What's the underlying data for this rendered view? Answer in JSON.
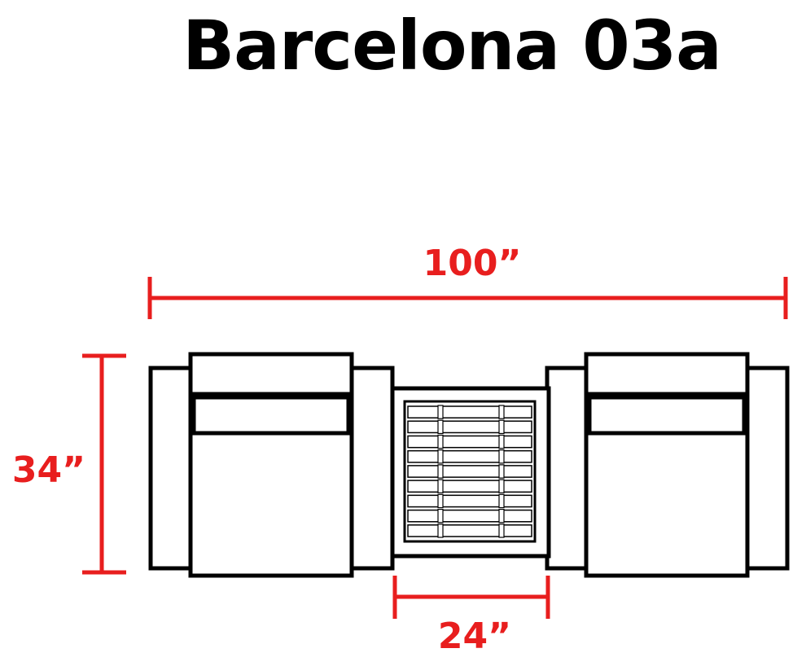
{
  "title": "Barcelona 03a",
  "dimensions": {
    "overall_width": "100”",
    "depth": "34”",
    "table_width": "24”"
  },
  "colors": {
    "dimension": "#e81e1e",
    "outline": "#000000",
    "background": "#ffffff"
  },
  "components": {
    "left_chair": "armchair",
    "center_table": "slatted coffee table",
    "right_chair": "armchair"
  },
  "table_slat_count": 9
}
